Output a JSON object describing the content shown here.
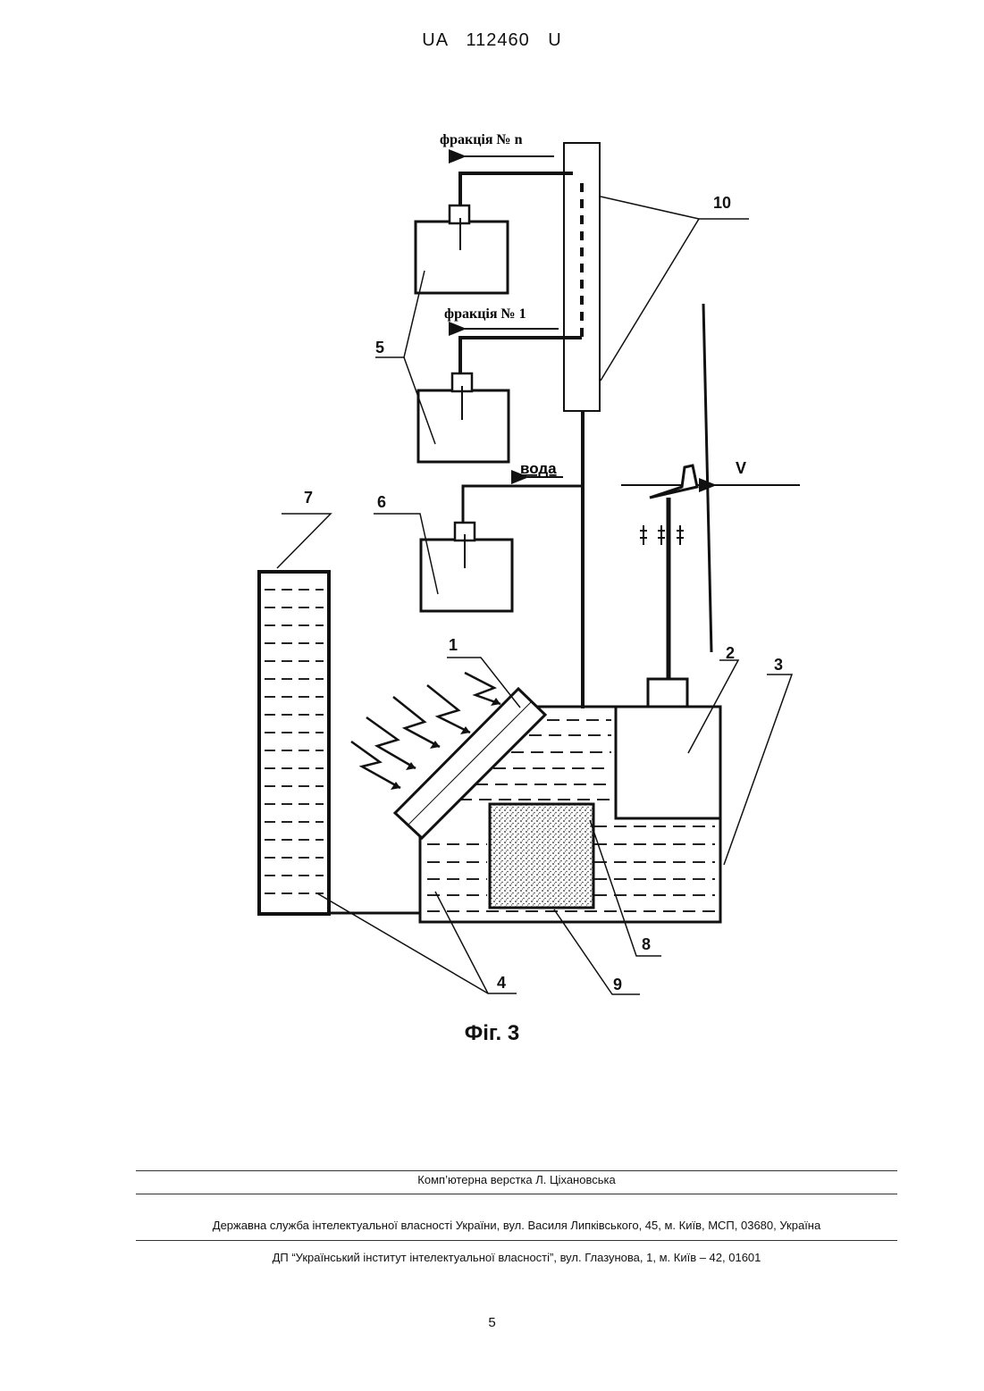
{
  "header": {
    "doc_number": "UA   112460   U"
  },
  "figure": {
    "caption": "Фіг. 3",
    "labels": {
      "fraction_n": "фракція № n",
      "fraction_1": "фракція № 1",
      "water": "вода",
      "velocity": "V",
      "n1": "1",
      "n2": "2",
      "n3": "3",
      "n4": "4",
      "n5": "5",
      "n6": "6",
      "n7": "7",
      "n8": "8",
      "n9": "9",
      "n10": "10"
    }
  },
  "footer": {
    "layout_credit": "Комп’ютерна верстка Л. Ціхановська",
    "issuer": "Державна служба інтелектуальної власності України, вул. Василя Липківського, 45, м. Київ, МСП, 03680, Україна",
    "institute": "ДП “Український інститут інтелектуальної власності”, вул. Глазунова, 1, м. Київ – 42, 01601"
  },
  "page_number": "5"
}
